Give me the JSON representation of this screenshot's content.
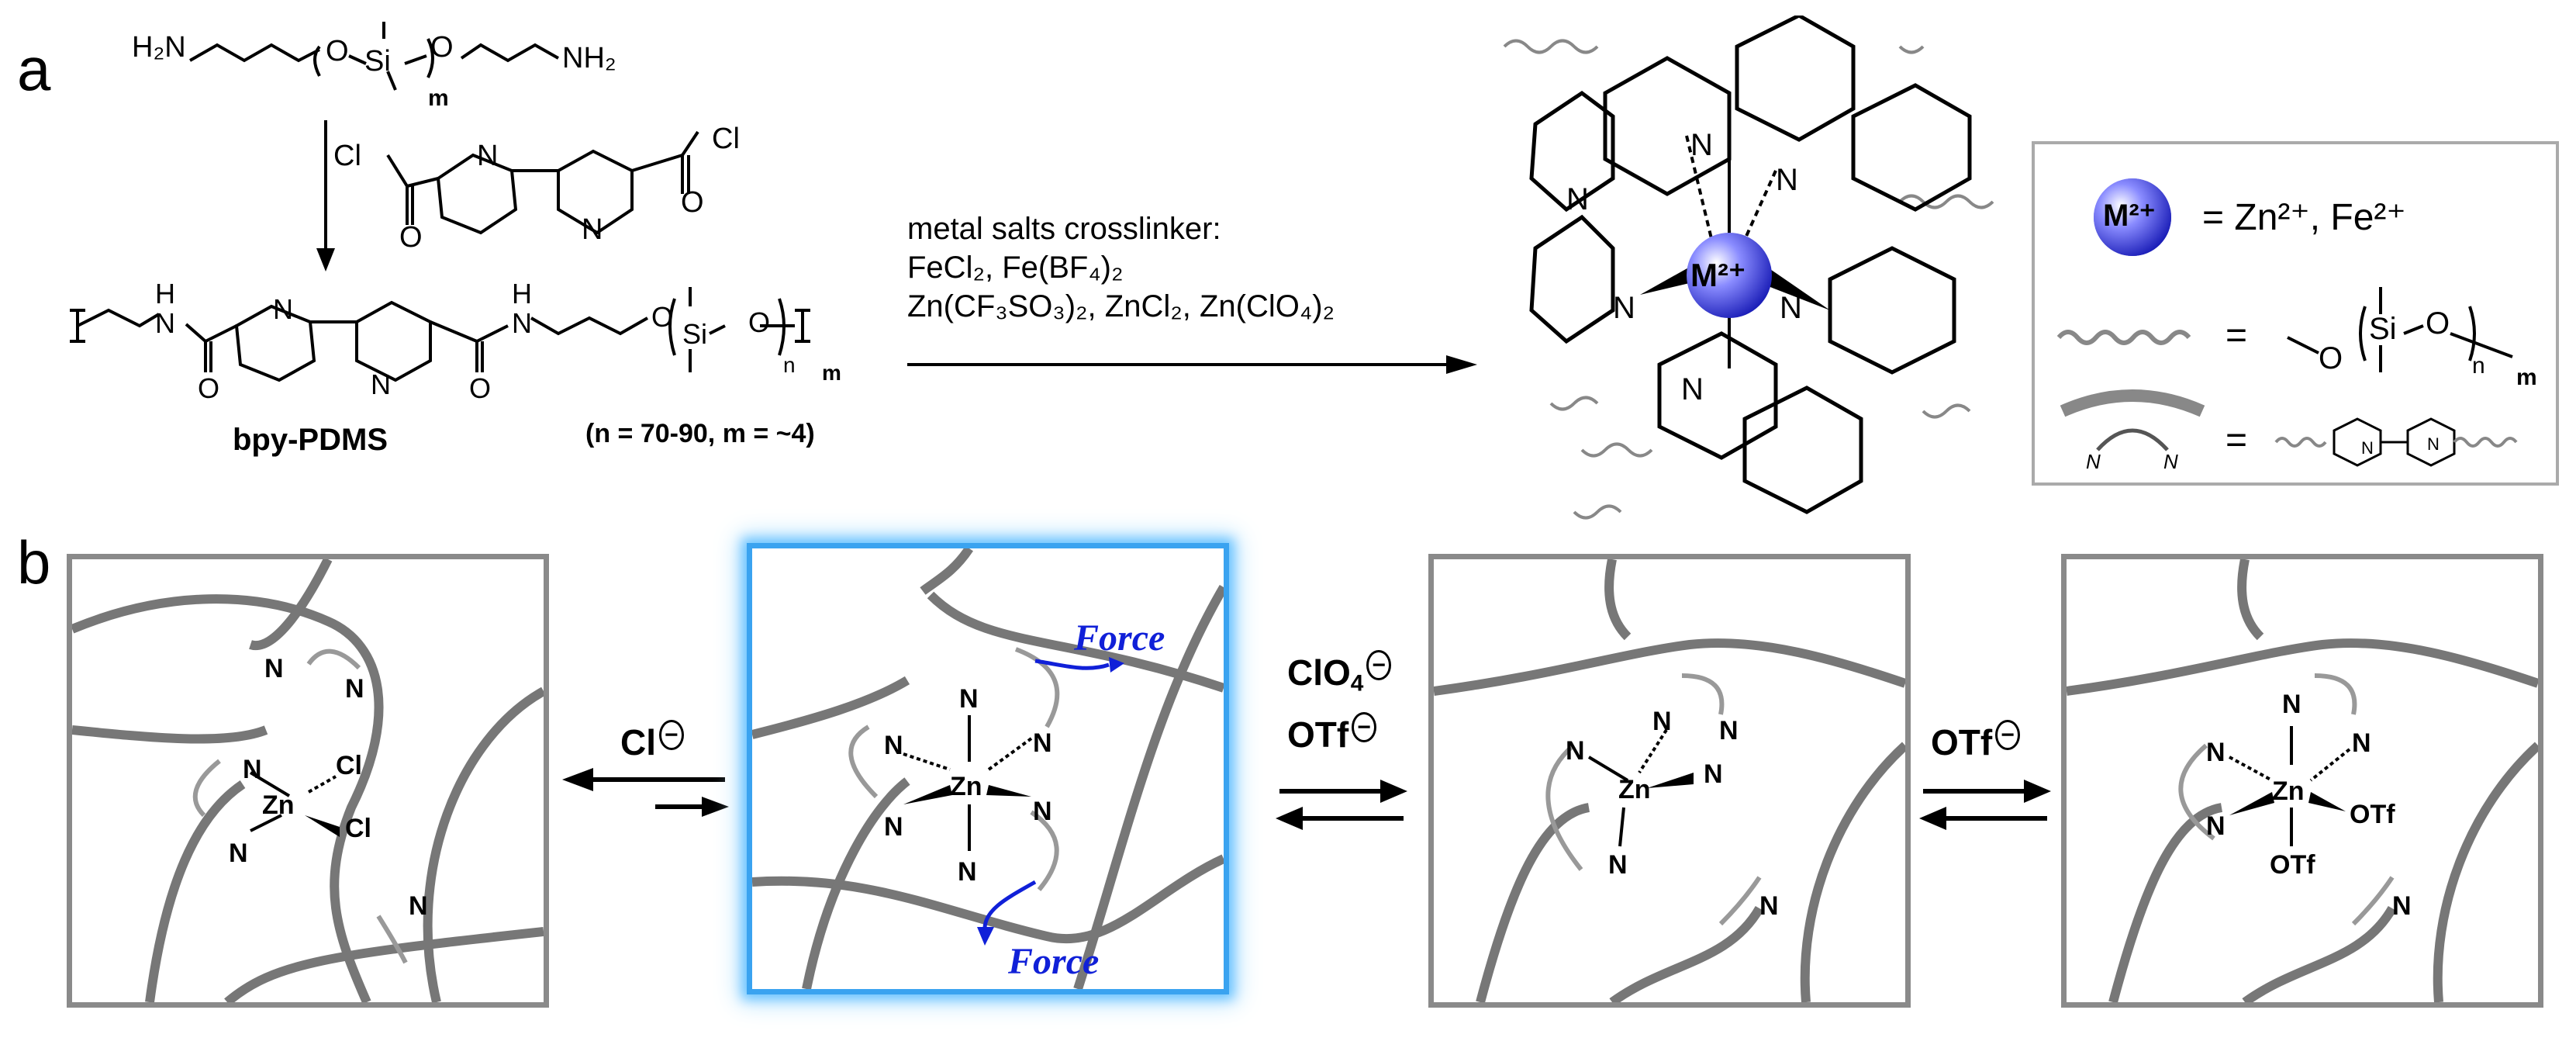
{
  "panel_a": {
    "label": "a",
    "top_monomer": {
      "h2n": "H₂N",
      "o1": "O",
      "si": "Si",
      "o2": "O",
      "nh2": "NH₂",
      "m": "m"
    },
    "acid_chloride": {
      "cl_left": "Cl",
      "cl_right": "Cl",
      "n1": "N",
      "n2": "N",
      "o1": "O",
      "o2": "O"
    },
    "polymer": {
      "h": "H",
      "n_amide_left": "N",
      "o_left": "O",
      "n_py1": "N",
      "n_py2": "N",
      "o_right": "O",
      "h2": "H",
      "n_amide_right": "N",
      "o_ether": "O",
      "si": "Si",
      "o_si": "O",
      "n": "n",
      "m": "m",
      "name": "bpy-PDMS",
      "note": "(n = 70-90, m = ~4)"
    },
    "arrow_text": {
      "line1": "metal salts crosslinker:",
      "line2": "FeCl₂, Fe(BF₄)₂",
      "line3": "Zn(CF₃SO₃)₂, ZnCl₂, Zn(ClO₄)₂"
    },
    "complex": {
      "metal": "M²⁺",
      "n_atoms": [
        "N",
        "N",
        "N",
        "N",
        "N",
        "N"
      ]
    },
    "legend": {
      "metal_badge": "M²⁺",
      "metal_eq": "= Zn²⁺, Fe²⁺",
      "pdms_eq": "=",
      "pdms_o1": "O",
      "pdms_si": "Si",
      "pdms_o2": "O",
      "pdms_n": "n",
      "pdms_m": "m",
      "bpy_eq": "=",
      "bpy_n1": "N",
      "bpy_n2": "N",
      "bpy_arc_n1": "N",
      "bpy_arc_n2": "N"
    }
  },
  "panel_b": {
    "label": "b",
    "box1": {
      "n1": "N",
      "n2": "N",
      "n3": "N",
      "n4": "N",
      "n5": "N",
      "zn": "Zn",
      "cl1": "Cl",
      "cl2": "Cl"
    },
    "eq1": {
      "ion": "Cl"
    },
    "box2": {
      "zn": "Zn",
      "n": [
        "N",
        "N",
        "N",
        "N",
        "N",
        "N"
      ],
      "force_top": "Force",
      "force_bottom": "Force"
    },
    "eq2": {
      "ion1": "ClO",
      "ion1_sub": "4",
      "ion2": "OTf"
    },
    "box3": {
      "zn": "Zn",
      "n": [
        "N",
        "N",
        "N",
        "N",
        "N",
        "N"
      ]
    },
    "eq3": {
      "ion": "OTf"
    },
    "box4": {
      "zn": "Zn",
      "n": [
        "N",
        "N",
        "N",
        "N",
        "N"
      ],
      "otf1": "OTf",
      "otf2": "OTf"
    }
  }
}
